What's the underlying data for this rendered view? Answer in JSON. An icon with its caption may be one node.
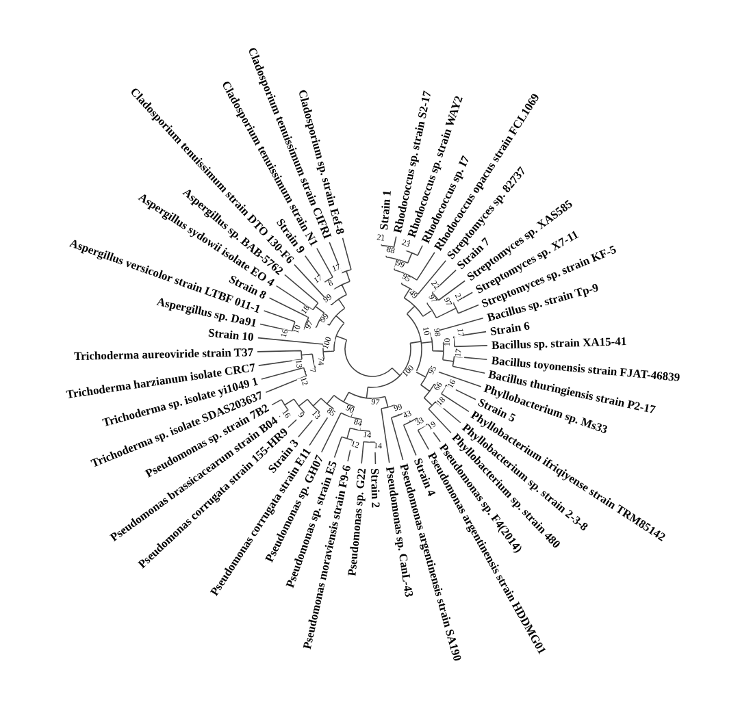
{
  "diagram": {
    "labels": [
      "Strain 1",
      "Rhodococcus sp. strain S2-17",
      "Rhodococcus sp. strain WAY2",
      "Rhodococcus sp. I7",
      "Rhodococcus opacus strain FCL1069",
      "Streptomyces sp. 82737",
      "Strain 7",
      "Streptomyces sp. XAS585",
      "Streptomyces sp. X7-11",
      "Streptomyces sp. strain KF-5",
      "Bacillus sp. strain Tp-9",
      "Strain 6",
      "Bacillus sp. strain XA15-41",
      "Bacillus toyonensis strain FJAT-46839",
      "Bacillus thuringiensis strain P2-17",
      "Phyllobacterium sp. Ms33",
      "Strain 5",
      "Phyllobacterium ifriqiyense strain TRM85142",
      "Phyllobacterium sp. strain 2-3-8",
      "Phyllobacterium sp. strain 480",
      "Pseudomonas sp. F4(2014)",
      "Pseudomonas argentinensis strain HDDMG01",
      "Strain 4",
      "Pseudomonas argentinensis strain SA190",
      "Pseudomonas sp. CanL-43",
      "Strain 2",
      "Pseudomonas sp. G22",
      "Pseudomonas moraviensis strain F9-6",
      "Pseudomonas sp. strain E5",
      "Pseudomonas sp. GH07",
      "Pseudomonas corrugata strain E11",
      "Strain 3",
      "Pseudomonas corrugata strain 155-HR9",
      "Pseudomonas brassicacearum strain B04",
      "Pseudomonas sp. strain 7B2",
      "Trichoderma sp. isolate SDAS203637",
      "Trichoderma sp. isolate yi1049 1",
      "Trichoderma harzianum isolate CRC7",
      "Trichoderma aureoviride strain T37",
      "Strain 10",
      "Aspergillus sp. Da91",
      "Aspergillus versicolor strain LTBF 011-1",
      "Strain 8",
      "Aspergillus sydowii isolate EO 4",
      "Aspergillus sp. BAB-5762",
      "Cladosporium tenuissimum strain DTO 130-F6",
      "Strain 9",
      "Cladosporium tenuissimum strain N1",
      "Cladosporium tenuissimum strain CIFRI",
      "Cladosporium sp. strain Eef-8",
      "100",
      "10",
      "49",
      "95",
      "99",
      "88",
      "21",
      "23",
      "97",
      "22",
      "97",
      "21",
      "98",
      "10",
      "17",
      "17",
      "95",
      "66",
      "16",
      "97",
      "18",
      "99",
      "43",
      "33",
      "19",
      "90",
      "84",
      "14",
      "12",
      "14",
      "13",
      "85",
      "9",
      "16",
      "100",
      "74",
      "7",
      "12",
      "13",
      "99",
      "97",
      "10",
      "16",
      "18",
      "99",
      "8",
      "17",
      "17"
    ]
  }
}
